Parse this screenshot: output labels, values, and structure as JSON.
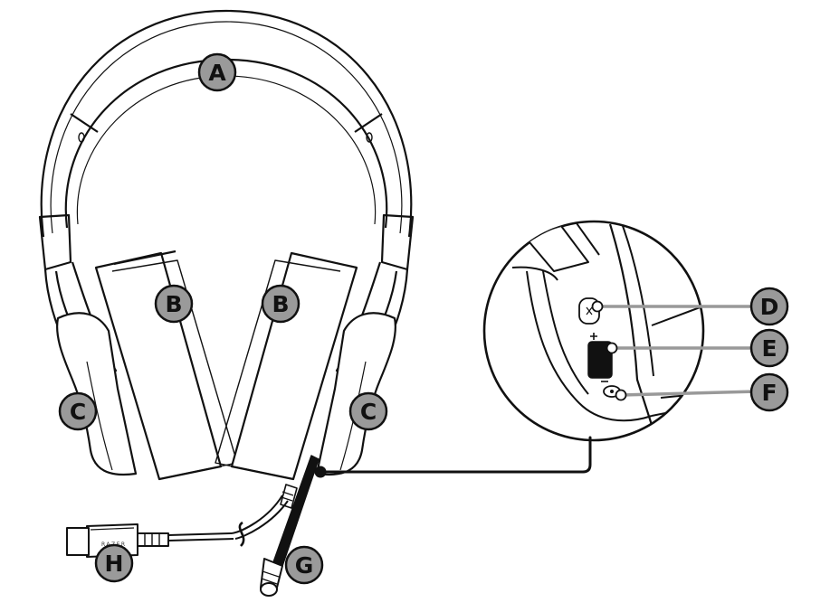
{
  "diagram": {
    "callouts": [
      {
        "id": "a",
        "letter": "A"
      },
      {
        "id": "b1",
        "letter": "B"
      },
      {
        "id": "b2",
        "letter": "B"
      },
      {
        "id": "c1",
        "letter": "C"
      },
      {
        "id": "c2",
        "letter": "C"
      },
      {
        "id": "d",
        "letter": "D"
      },
      {
        "id": "e",
        "letter": "E"
      },
      {
        "id": "f",
        "letter": "F"
      },
      {
        "id": "g",
        "letter": "G"
      },
      {
        "id": "h",
        "letter": "H"
      }
    ],
    "brand_text": "RAZER",
    "colors": {
      "line": "#111111",
      "callout_fill": "#9a9a9a",
      "callout_stroke": "#111111",
      "leader_line": "#999999",
      "background": "#ffffff"
    },
    "icons": {
      "mute_button": "mic-mute-icon",
      "volume_wheel": "volume-wheel-icon",
      "audio_jack": "headphone-jack-icon"
    }
  }
}
